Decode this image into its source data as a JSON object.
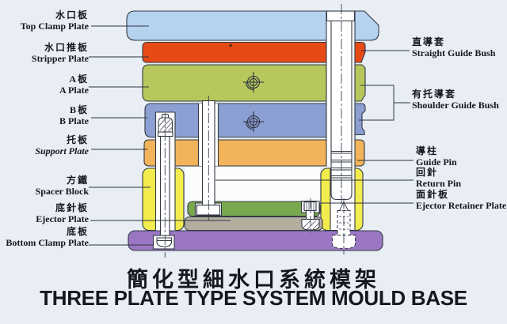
{
  "title": {
    "zh": "簡化型細水口系統模架",
    "en": "THREE PLATE TYPE SYSTEM MOULD BASE"
  },
  "left_labels": [
    {
      "zh": "水口板",
      "en": "Top Clamp Plate"
    },
    {
      "zh": "水口推板",
      "en": "Stripper Plate"
    },
    {
      "zh": "A板",
      "en": "A Plate"
    },
    {
      "zh": "B板",
      "en": "B Plate"
    },
    {
      "zh": "托板",
      "en": "Support Plate"
    },
    {
      "zh": "方鐵",
      "en": "Spacer Block"
    },
    {
      "zh": "底針板",
      "en": "Ejector Plate"
    },
    {
      "zh": "底板",
      "en": "Bottom Clamp Plate"
    }
  ],
  "right_labels": [
    {
      "zh": "直導套",
      "en": "Straight Guide Bush"
    },
    {
      "zh": "有托導套",
      "en": "Shoulder Guide Bush"
    },
    {
      "zh": "導柱",
      "en": "Guide Pin"
    },
    {
      "zh": "回針",
      "en": "Return Pin"
    },
    {
      "zh": "面針板",
      "en": "Ejector Retainer Plate"
    }
  ],
  "colors": {
    "background": "#e8eef4",
    "top_clamp_plate": "#b5d2ef",
    "stripper_plate": "#e84a16",
    "a_plate": "#b7c75c",
    "b_plate": "#8c9fd2",
    "support_plate": "#f2b35a",
    "spacer_block": "#f3ec4e",
    "ejector_retainer_plate": "#78a94f",
    "ejector_plate": "#b4aea1",
    "bottom_clamp_plate": "#9b77c3",
    "metal_white": "#ffffff",
    "outline": "#333a45",
    "leader_line": "#2e3440",
    "text": "#141821"
  }
}
